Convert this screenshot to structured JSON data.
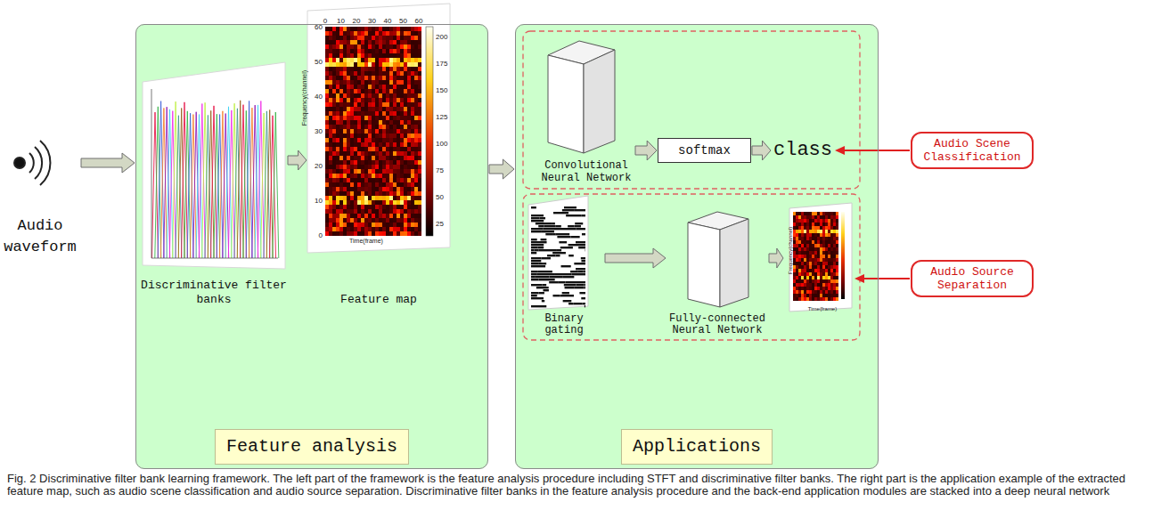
{
  "diagram": {
    "caption": "Fig. 2 Discriminative filter bank learning framework. The left part of the framework is the feature analysis procedure including STFT and discriminative filter banks. The right part is the application example of the extracted feature map, such as audio scene classification and audio source separation. Discriminative filter banks in the feature analysis procedure and the back-end application modules are stacked into a deep neural network",
    "nodes": [
      {
        "text": [
          "Audio waveform"
        ]
      },
      {
        "text": [
          "Feature analysis"
        ]
      },
      {
        "text": [
          "Discriminative filter banks"
        ],
        "in": 1
      },
      {
        "text": [
          "Feature map"
        ],
        "in": 1
      },
      {
        "text": [
          "Applications"
        ]
      },
      {
        "text": [
          "Convolutional Neural Network"
        ],
        "in": 4
      },
      {
        "text": [
          "softmax"
        ],
        "in": 4
      },
      {
        "text": [
          "class"
        ],
        "in": 4
      },
      {
        "text": [
          "Binary gating"
        ],
        "in": 4
      },
      {
        "text": [
          "Fully-connected Neural Network"
        ],
        "in": 4
      },
      {
        "text": [
          "Frequency(channel)",
          "Time(frame)"
        ],
        "in": 4
      },
      {
        "text": [
          "Audio Scene Classification"
        ]
      },
      {
        "text": [
          "Audio Source Separation"
        ]
      }
    ],
    "edges": [
      {
        "from": 0,
        "to": 1,
        "arrow": "to"
      },
      {
        "from": 2,
        "to": 3,
        "arrow": "to"
      },
      {
        "from": 1,
        "to": 4,
        "arrow": "to"
      },
      {
        "from": 5,
        "to": 6,
        "arrow": "to"
      },
      {
        "from": 6,
        "to": 7,
        "arrow": "to"
      },
      {
        "from": 8,
        "to": 9,
        "arrow": "to"
      },
      {
        "from": 9,
        "to": 10,
        "arrow": "to"
      },
      {
        "from": 11,
        "to": 7,
        "arrow": "to"
      },
      {
        "from": 12,
        "to": 10,
        "arrow": "to"
      }
    ],
    "labels": [
      "0",
      "10",
      "20",
      "30",
      "40",
      "50",
      "60",
      "0",
      "10",
      "20",
      "30",
      "40",
      "50",
      "60",
      "200",
      "175",
      "150",
      "125",
      "100",
      "75",
      "50",
      "25",
      "Time(frame)",
      "Frequency(channel)"
    ]
  }
}
